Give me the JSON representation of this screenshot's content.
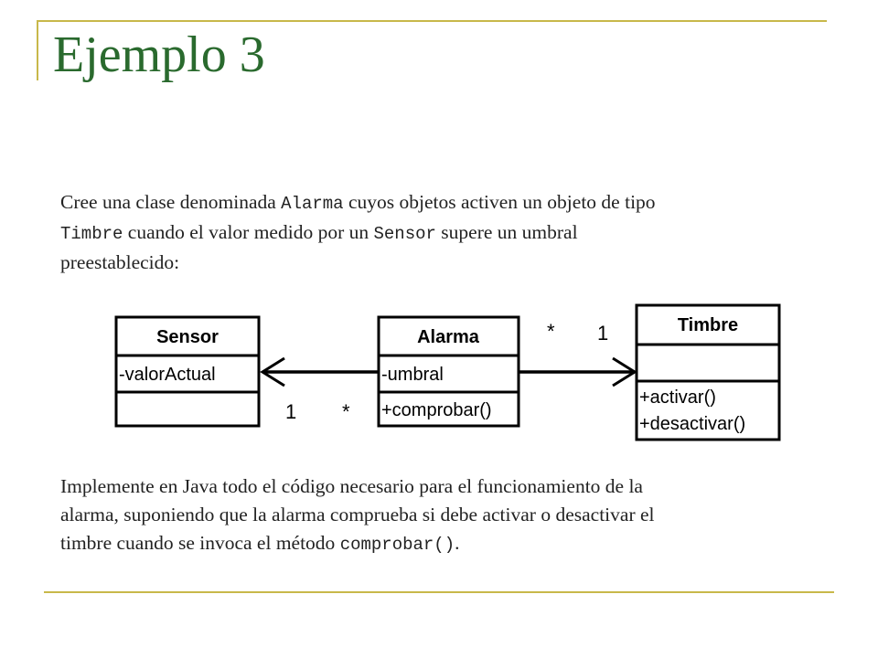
{
  "slide": {
    "title": "Ejemplo 3"
  },
  "intro": {
    "t1": "Cree una clase denominada ",
    "c1": "Alarma",
    "t2": " cuyos objetos activen un objeto de tipo",
    "c2": "Timbre",
    "t3": " cuando el valor medido por un ",
    "c3": "Sensor",
    "t4": " supere un umbral",
    "t5": "preestablecido:"
  },
  "diagram": {
    "sensor": {
      "name": "Sensor",
      "attribute": "-valorActual"
    },
    "alarma": {
      "name": "Alarma",
      "attribute": "-umbral",
      "method": "+comprobar()"
    },
    "timbre": {
      "name": "Timbre",
      "method1": "+activar()",
      "method2": "+desactivar()"
    },
    "multiplicities": {
      "left_near_sensor": "1",
      "left_near_alarma": "*",
      "right_near_alarma": "*",
      "right_near_timbre": "1"
    }
  },
  "outro": {
    "t1": "Implemente en Java todo el código necesario para el funcionamiento de la",
    "t2": "alarma, suponiendo que la alarma comprueba si debe activar o desactivar el",
    "t3": "timbre cuando se invoca el método ",
    "c1": "comprobar()",
    "t4": "."
  },
  "colors": {
    "title": "#2a6a2e",
    "accent_lines": "#c8b84a"
  }
}
